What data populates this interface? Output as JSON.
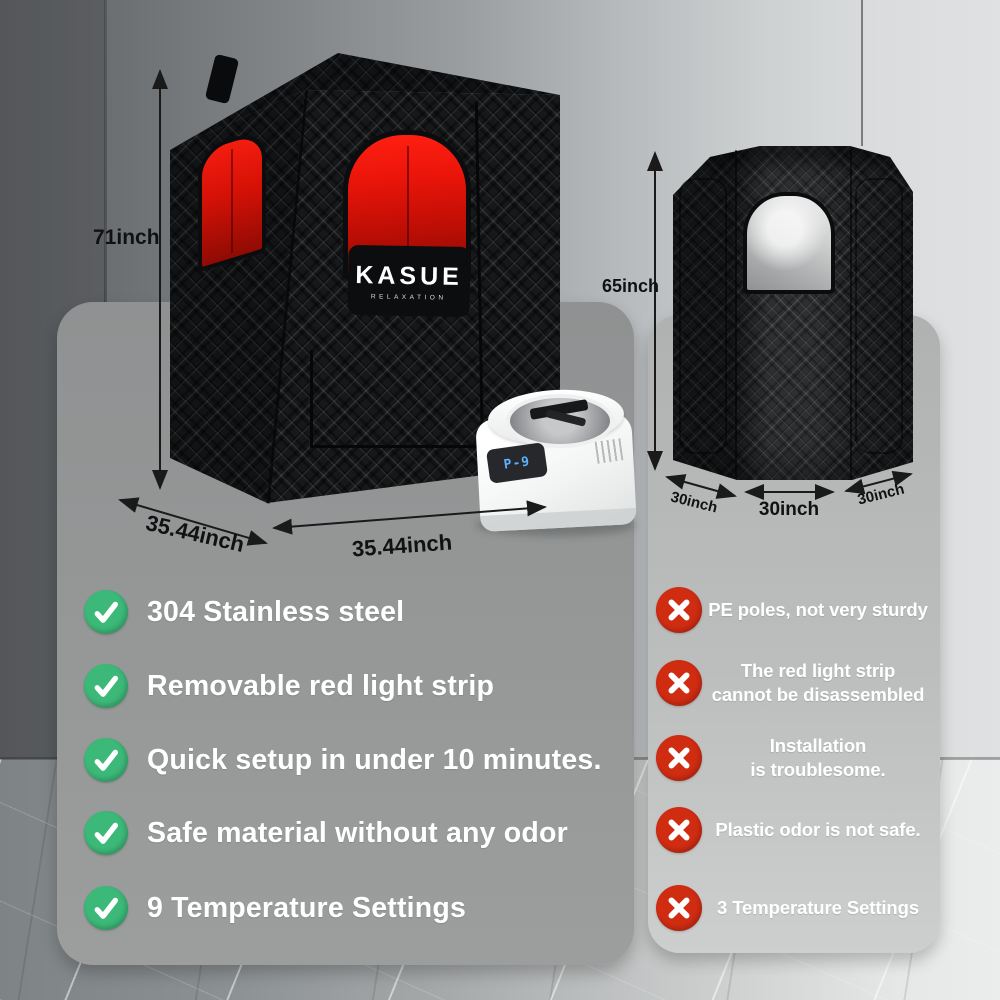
{
  "brand": {
    "name": "KASUE",
    "tagline": "RELAXATION"
  },
  "kasue_sauna": {
    "height_label": "71inch",
    "side_width_label": "35.44inch",
    "front_width_label": "35.44inch"
  },
  "competitor_sauna": {
    "height_label": "65inch",
    "left_width_label": "30inch",
    "front_width_label": "30inch",
    "right_width_label": "30inch"
  },
  "steam_generator": {
    "display": "P-9"
  },
  "pros": {
    "accent_color": "#3cb878",
    "items": [
      {
        "text": "304 Stainless steel"
      },
      {
        "text": "Removable red light strip"
      },
      {
        "text": "Quick setup in under 10 minutes."
      },
      {
        "text": "Safe material without any odor"
      },
      {
        "text": "9 Temperature Settings"
      }
    ]
  },
  "cons": {
    "accent_color": "#d02c12",
    "items": [
      {
        "text": "PE poles, not very sturdy"
      },
      {
        "text": "The red light strip\ncannot be disassembled"
      },
      {
        "text": "Installation\nis troublesome."
      },
      {
        "text": "Plastic odor is not safe."
      },
      {
        "text": "3 Temperature Settings"
      }
    ]
  }
}
